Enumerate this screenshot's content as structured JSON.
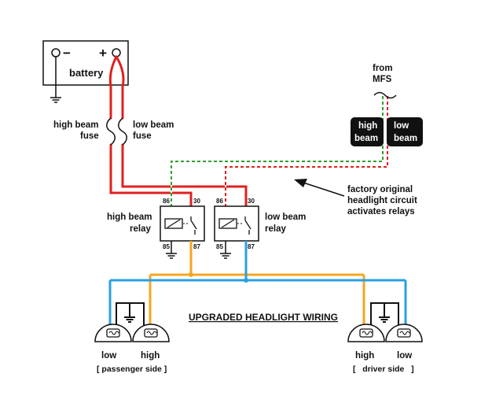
{
  "title": "UPGRADED HEADLIGHT WIRING",
  "battery": {
    "label": "battery",
    "neg_sign": "−",
    "pos_sign": "+"
  },
  "fuses": {
    "high": [
      "high beam",
      "fuse"
    ],
    "low": [
      "low beam",
      "fuse"
    ]
  },
  "mfs": {
    "label": [
      "from",
      "MFS"
    ],
    "high": [
      "high",
      "beam"
    ],
    "low": [
      "low",
      "beam"
    ]
  },
  "annotation": [
    "factory original",
    "headlight circuit",
    "activates relays"
  ],
  "relays": {
    "high": {
      "label": [
        "high beam",
        "relay"
      ],
      "pins": [
        "86",
        "30",
        "85",
        "87"
      ]
    },
    "low": {
      "label": [
        "low beam",
        "relay"
      ],
      "pins": [
        "86",
        "30",
        "85",
        "87"
      ]
    }
  },
  "headlights": {
    "passenger": {
      "low": "low",
      "high": "high",
      "side": "[ passenger side ]"
    },
    "driver": {
      "high": "high",
      "low": "low",
      "side": "[   driver side   ]"
    }
  },
  "colors": {
    "power": "#e02020",
    "high_beam_wire": "#f5a623",
    "low_beam_wire": "#2aa0e0",
    "trigger_green": "#2e9e2e",
    "ground": "#111111"
  }
}
